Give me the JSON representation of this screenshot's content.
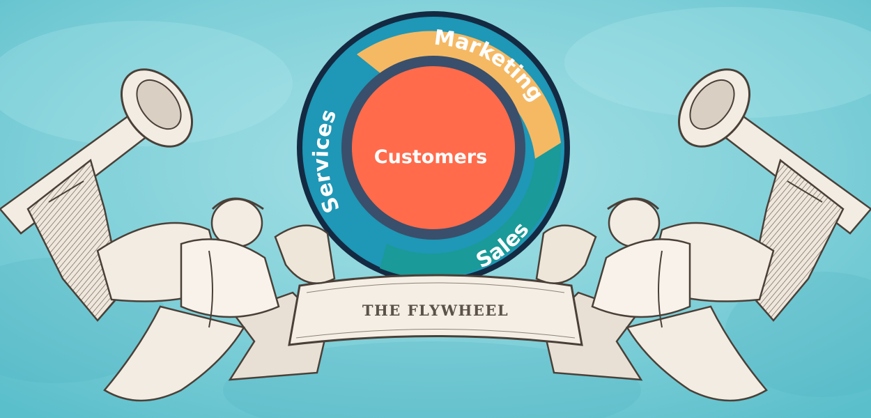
{
  "flywheel": {
    "center_label": "Customers",
    "segments": [
      {
        "key": "marketing",
        "label": "Marketing",
        "color": "#f5b964"
      },
      {
        "key": "sales",
        "label": "Sales",
        "color": "#1a9a98"
      },
      {
        "key": "services",
        "label": "Services",
        "color": "#1f97b6"
      }
    ],
    "center_color": "#ff6b4b",
    "ring_color": "#3a4f6b",
    "outline_color": "#142a42"
  },
  "banner": {
    "title": "THE FLYWHEEL"
  },
  "decorations": {
    "left": [
      "trumpet-icon",
      "cherub-icon"
    ],
    "right": [
      "trumpet-icon",
      "cherub-icon"
    ]
  },
  "colors": {
    "background": "#7ecfd8",
    "sketch_fill": "#f3ece3",
    "sketch_stroke": "#4a4038"
  }
}
